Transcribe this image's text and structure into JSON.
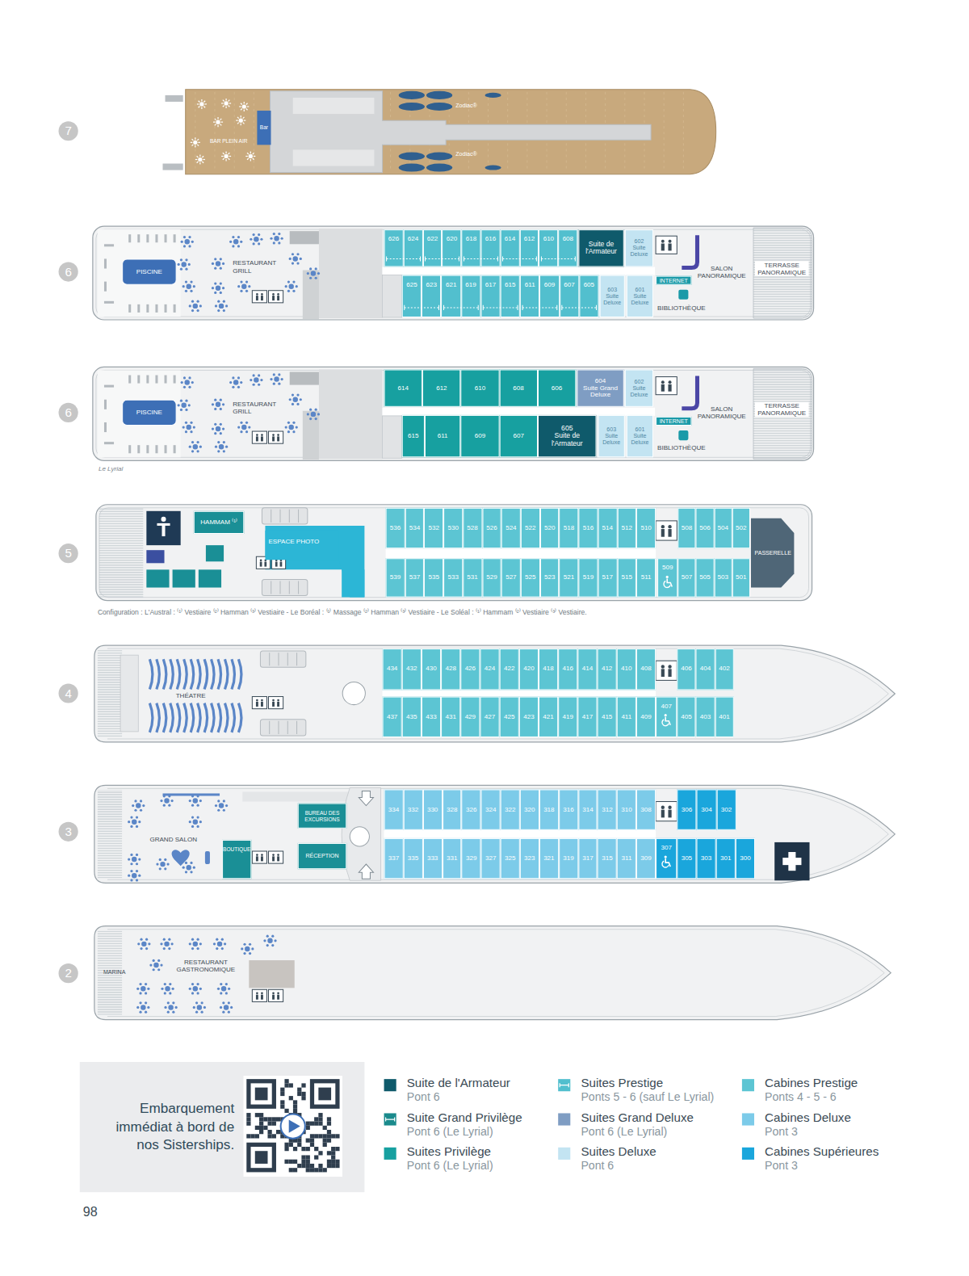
{
  "diagram": {
    "nodes": [
      {
        "text": [
          "7"
        ]
      },
      {
        "text": [
          "Bar"
        ]
      },
      {
        "text": [
          "6"
        ]
      },
      {
        "text": [
          "PISCINE"
        ]
      },
      {
        "text": [
          "626"
        ]
      },
      {
        "text": [
          "624"
        ]
      },
      {
        "text": [
          "622"
        ]
      },
      {
        "text": [
          "620"
        ]
      },
      {
        "text": [
          "618"
        ]
      },
      {
        "text": [
          "616"
        ]
      },
      {
        "text": [
          "614"
        ]
      },
      {
        "text": [
          "612"
        ]
      },
      {
        "text": [
          "610"
        ]
      },
      {
        "text": [
          "608"
        ]
      },
      {
        "text": [
          "Suite de l'Armateur"
        ]
      },
      {
        "text": [
          "602",
          "Suite Deluxe"
        ]
      },
      {
        "text": [
          "INTERNET"
        ]
      },
      {
        "text": [
          "625"
        ]
      },
      {
        "text": [
          "623"
        ]
      },
      {
        "text": [
          "621"
        ]
      },
      {
        "text": [
          "619"
        ]
      },
      {
        "text": [
          "617"
        ]
      },
      {
        "text": [
          "615"
        ]
      },
      {
        "text": [
          "611"
        ]
      },
      {
        "text": [
          "609"
        ]
      },
      {
        "text": [
          "607"
        ]
      },
      {
        "text": [
          "605"
        ]
      },
      {
        "text": [
          "603",
          "Suite Deluxe"
        ]
      },
      {
        "text": [
          "601",
          "Suite Deluxe"
        ]
      },
      {
        "text": [
          "6"
        ]
      },
      {
        "text": [
          "PISCINE"
        ]
      },
      {
        "text": [
          "614"
        ]
      },
      {
        "text": [
          "612"
        ]
      },
      {
        "text": [
          "610"
        ]
      },
      {
        "text": [
          "608"
        ]
      },
      {
        "text": [
          "606"
        ]
      },
      {
        "text": [
          "604",
          "Suite Grand Deluxe"
        ]
      },
      {
        "text": [
          "602",
          "Suite Deluxe"
        ]
      },
      {
        "text": [
          "INTERNET"
        ]
      },
      {
        "text": [
          "615"
        ]
      },
      {
        "text": [
          "611"
        ]
      },
      {
        "text": [
          "609"
        ]
      },
      {
        "text": [
          "607"
        ]
      },
      {
        "text": [
          "605",
          "Suite de l'Armateur"
        ]
      },
      {
        "text": [
          "603",
          "Suite Deluxe"
        ]
      },
      {
        "text": [
          "601",
          "Suite Deluxe"
        ]
      },
      {
        "text": [
          "5"
        ]
      },
      {
        "text": [
          "HAMMAM ⁽¹⁾"
        ]
      },
      {
        "text": [
          "ESPACE PHOTO"
        ]
      },
      {
        "text": [
          "536"
        ]
      },
      {
        "text": [
          "534"
        ]
      },
      {
        "text": [
          "532"
        ]
      },
      {
        "text": [
          "530"
        ]
      },
      {
        "text": [
          "528"
        ]
      },
      {
        "text": [
          "526"
        ]
      },
      {
        "text": [
          "524"
        ]
      },
      {
        "text": [
          "522"
        ]
      },
      {
        "text": [
          "520"
        ]
      },
      {
        "text": [
          "518"
        ]
      },
      {
        "text": [
          "516"
        ]
      },
      {
        "text": [
          "514"
        ]
      },
      {
        "text": [
          "512"
        ]
      },
      {
        "text": [
          "510"
        ]
      },
      {
        "text": [
          "508"
        ]
      },
      {
        "text": [
          "506"
        ]
      },
      {
        "text": [
          "504"
        ]
      },
      {
        "text": [
          "502"
        ]
      },
      {
        "text": [
          "PASSERELLE"
        ]
      },
      {
        "text": [
          "539"
        ]
      },
      {
        "text": [
          "537"
        ]
      },
      {
        "text": [
          "535"
        ]
      },
      {
        "text": [
          "533"
        ]
      },
      {
        "text": [
          "531"
        ]
      },
      {
        "text": [
          "529"
        ]
      },
      {
        "text": [
          "527"
        ]
      },
      {
        "text": [
          "525"
        ]
      },
      {
        "text": [
          "523"
        ]
      },
      {
        "text": [
          "521"
        ]
      },
      {
        "text": [
          "519"
        ]
      },
      {
        "text": [
          "517"
        ]
      },
      {
        "text": [
          "515"
        ]
      },
      {
        "text": [
          "511"
        ]
      },
      {
        "text": [
          "509"
        ]
      },
      {
        "text": [
          "507"
        ]
      },
      {
        "text": [
          "505"
        ]
      },
      {
        "text": [
          "503"
        ]
      },
      {
        "text": [
          "501"
        ]
      },
      {
        "text": [
          "4"
        ]
      },
      {
        "text": [
          "434"
        ]
      },
      {
        "text": [
          "432"
        ]
      },
      {
        "text": [
          "430"
        ]
      },
      {
        "text": [
          "428"
        ]
      },
      {
        "text": [
          "426"
        ]
      },
      {
        "text": [
          "424"
        ]
      },
      {
        "text": [
          "422"
        ]
      },
      {
        "text": [
          "420"
        ]
      },
      {
        "text": [
          "418"
        ]
      },
      {
        "text": [
          "416"
        ]
      },
      {
        "text": [
          "414"
        ]
      },
      {
        "text": [
          "412"
        ]
      },
      {
        "text": [
          "410"
        ]
      },
      {
        "text": [
          "408"
        ]
      },
      {
        "text": [
          "406"
        ]
      },
      {
        "text": [
          "404"
        ]
      },
      {
        "text": [
          "402"
        ]
      },
      {
        "text": [
          "437"
        ]
      },
      {
        "text": [
          "435"
        ]
      },
      {
        "text": [
          "433"
        ]
      },
      {
        "text": [
          "431"
        ]
      },
      {
        "text": [
          "429"
        ]
      },
      {
        "text": [
          "427"
        ]
      },
      {
        "text": [
          "425"
        ]
      },
      {
        "text": [
          "423"
        ]
      },
      {
        "text": [
          "421"
        ]
      },
      {
        "text": [
          "419"
        ]
      },
      {
        "text": [
          "417"
        ]
      },
      {
        "text": [
          "415"
        ]
      },
      {
        "text": [
          "411"
        ]
      },
      {
        "text": [
          "409"
        ]
      },
      {
        "text": [
          "407"
        ]
      },
      {
        "text": [
          "405"
        ]
      },
      {
        "text": [
          "403"
        ]
      },
      {
        "text": [
          "401"
        ]
      },
      {
        "text": [
          "3"
        ]
      },
      {
        "text": [
          "BUREAU DES EXCURSIONS"
        ]
      },
      {
        "text": [
          "BOUTIQUE"
        ]
      },
      {
        "text": [
          "RÉCEPTION"
        ]
      },
      {
        "text": [
          "334"
        ]
      },
      {
        "text": [
          "332"
        ]
      },
      {
        "text": [
          "330"
        ]
      },
      {
        "text": [
          "328"
        ]
      },
      {
        "text": [
          "326"
        ]
      },
      {
        "text": [
          "324"
        ]
      },
      {
        "text": [
          "322"
        ]
      },
      {
        "text": [
          "320"
        ]
      },
      {
        "text": [
          "318"
        ]
      },
      {
        "text": [
          "316"
        ]
      },
      {
        "text": [
          "314"
        ]
      },
      {
        "text": [
          "312"
        ]
      },
      {
        "text": [
          "310"
        ]
      },
      {
        "text": [
          "308"
        ]
      },
      {
        "text": [
          "306"
        ]
      },
      {
        "text": [
          "304"
        ]
      },
      {
        "text": [
          "302"
        ]
      },
      {
        "text": [
          "337"
        ]
      },
      {
        "text": [
          "335"
        ]
      },
      {
        "text": [
          "333"
        ]
      },
      {
        "text": [
          "331"
        ]
      },
      {
        "text": [
          "329"
        ]
      },
      {
        "text": [
          "327"
        ]
      },
      {
        "text": [
          "325"
        ]
      },
      {
        "text": [
          "323"
        ]
      },
      {
        "text": [
          "321"
        ]
      },
      {
        "text": [
          "319"
        ]
      },
      {
        "text": [
          "317"
        ]
      },
      {
        "text": [
          "315"
        ]
      },
      {
        "text": [
          "311"
        ]
      },
      {
        "text": [
          "309"
        ]
      },
      {
        "text": [
          "307"
        ]
      },
      {
        "text": [
          "305"
        ]
      },
      {
        "text": [
          "303"
        ]
      },
      {
        "text": [
          "301"
        ]
      },
      {
        "text": [
          "300"
        ]
      },
      {
        "text": [
          "2"
        ]
      },
      {
        "text": [
          "Embarquement immédiat à bord de nos Sisterships."
        ]
      }
    ],
    "labels": [
      "BAR PLEIN AIR",
      "Zodiac®",
      "Zodiac®",
      "RESTAURANT GRILL",
      "SALON PANORAMIQUE",
      "TERRASSE PANORAMIQUE",
      "BIBLIOTHÈQUE",
      "RESTAURANT GRILL",
      "SALON PANORAMIQUE",
      "TERRASSE PANORAMIQUE",
      "BIBLIOTHÈQUE",
      "Le Lyrial",
      "Configuration : L'Austral : ⁽¹⁾ Vestiaire ⁽²⁾ Hamman ⁽³⁾ Vestiaire - Le Boréal : ⁽¹⁾ Massage ⁽²⁾ Hamman ⁽³⁾ Vestiaire - Le Soléal : ⁽¹⁾ Hammam ⁽²⁾ Vestiaire ⁽³⁾ Vestiaire.",
      "THÉATRE",
      "GRAND SALON",
      "MARINA",
      "RESTAURANT GASTRONOMIQUE",
      "Pont 6",
      "Pont 6 (Le Lyrial)",
      "Pont 6 (Le Lyrial)",
      "Ponts 5 - 6 (sauf Le Lyrial)",
      "Pont 6 (Le Lyrial)",
      "Pont 6",
      "Ponts 4 - 5 - 6",
      "Pont 3",
      "Pont 3",
      "98"
    ],
    "legend": [
      {
        "text": "Suite de l'Armateur",
        "color": "#0f5a6b"
      },
      {
        "text": "Suite Grand Privilège",
        "color": "#1a8a8c"
      },
      {
        "text": "Suites Privilège",
        "color": "#17a0a0"
      },
      {
        "text": "Suites Prestige",
        "color": "#52bfce"
      },
      {
        "text": "Suites Grand Deluxe",
        "color": "#7f9dc3"
      },
      {
        "text": "Suites Deluxe",
        "color": "#c3e4f2"
      },
      {
        "text": "Cabines Prestige",
        "color": "#5cc5d3"
      },
      {
        "text": "Cabines Deluxe",
        "color": "#7ccbe9"
      },
      {
        "text": "Cabines Supérieures",
        "color": "#1aa6dc"
      }
    ]
  }
}
